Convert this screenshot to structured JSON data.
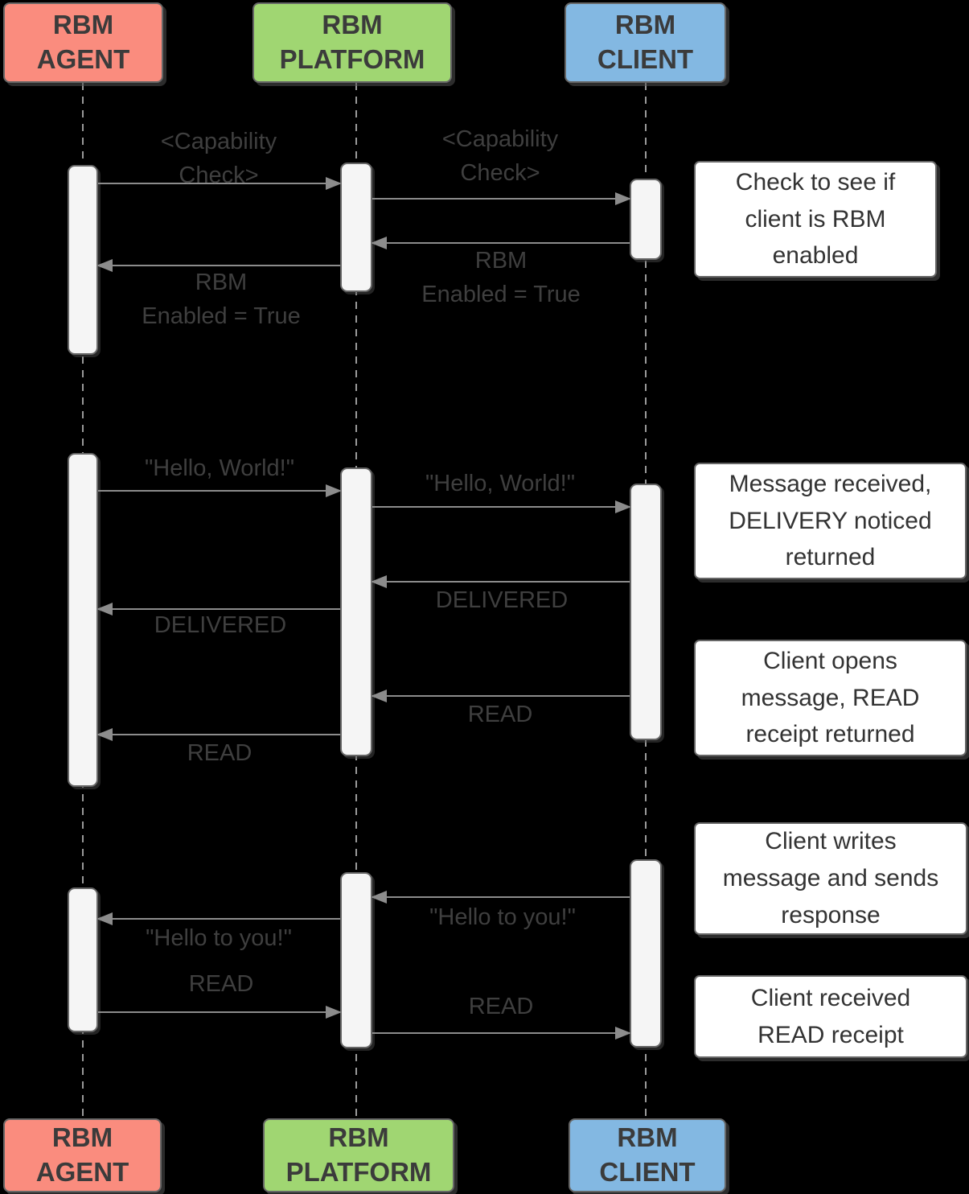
{
  "diagram_type": "sequence-diagram",
  "actors": {
    "agent": {
      "label": "RBM\nAGENT",
      "color": "#fa8c7e"
    },
    "platform": {
      "label": "RBM\nPLATFORM",
      "color": "#a0d672"
    },
    "client": {
      "label": "RBM\nCLIENT",
      "color": "#83b8e2"
    }
  },
  "colors": {
    "background": "#000000",
    "actor_border": "#666666",
    "actor_text": "#3b3b3b",
    "lifeline": "#999999",
    "activation_bar_fill": "#f5f5f5",
    "arrow": "#8c8c8c",
    "message_text": "#3f3f3f",
    "note_background": "#ffffff",
    "note_text": "#333333"
  },
  "messages": [
    {
      "from": "agent",
      "to": "platform",
      "label": "<Capability\nCheck>"
    },
    {
      "from": "platform",
      "to": "client",
      "label": "<Capability\nCheck>"
    },
    {
      "from": "client",
      "to": "platform",
      "label": "RBM\nEnabled = True"
    },
    {
      "from": "platform",
      "to": "agent",
      "label": "RBM\nEnabled = True"
    },
    {
      "from": "agent",
      "to": "platform",
      "label": "\"Hello, World!\""
    },
    {
      "from": "platform",
      "to": "client",
      "label": "\"Hello, World!\""
    },
    {
      "from": "client",
      "to": "platform",
      "label": "DELIVERED"
    },
    {
      "from": "platform",
      "to": "agent",
      "label": "DELIVERED"
    },
    {
      "from": "client",
      "to": "platform",
      "label": "READ"
    },
    {
      "from": "platform",
      "to": "agent",
      "label": "READ"
    },
    {
      "from": "client",
      "to": "platform",
      "label": "\"Hello to you!\""
    },
    {
      "from": "platform",
      "to": "agent",
      "label": "\"Hello to you!\""
    },
    {
      "from": "agent",
      "to": "platform",
      "label": "READ"
    },
    {
      "from": "platform",
      "to": "client",
      "label": "READ"
    }
  ],
  "notes": [
    {
      "text": "Check to see if\nclient is RBM\nenabled"
    },
    {
      "text": "Message received,\nDELIVERY noticed\nreturned"
    },
    {
      "text": "Client opens\nmessage, READ\nreceipt returned"
    },
    {
      "text": "Client writes\nmessage and sends\nresponse"
    },
    {
      "text": "Client received\nREAD receipt"
    }
  ]
}
